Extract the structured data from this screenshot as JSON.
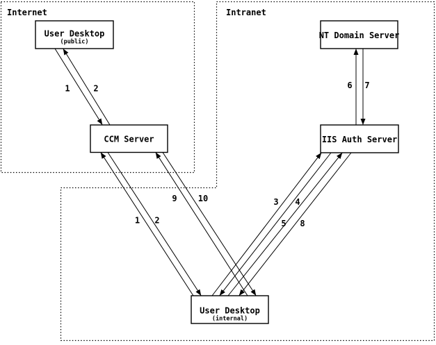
{
  "colors": {
    "ink": "#000000",
    "background": "#ffffff"
  },
  "zones": [
    {
      "label": "Internet"
    },
    {
      "label": "Intranet"
    }
  ],
  "nodes": [
    {
      "label": "User Desktop",
      "sublabel": "(public)",
      "zone": "Internet"
    },
    {
      "label": "CCM Server",
      "zone": "Internet"
    },
    {
      "label": "NT Domain Server",
      "zone": "Intranet"
    },
    {
      "label": "IIS Auth Server",
      "zone": "Intranet"
    },
    {
      "label": "User Desktop",
      "sublabel": "(internal)",
      "zone": "Intranet"
    }
  ],
  "edges": [
    {
      "label": "1",
      "from": "User Desktop (public)",
      "to": "CCM Server"
    },
    {
      "label": "2",
      "from": "CCM Server",
      "to": "User Desktop (public)"
    },
    {
      "label": "1",
      "from": "User Desktop (internal)",
      "to": "CCM Server"
    },
    {
      "label": "2",
      "from": "CCM Server",
      "to": "User Desktop (internal)"
    },
    {
      "label": "9",
      "from": "User Desktop (internal)",
      "to": "CCM Server"
    },
    {
      "label": "10",
      "from": "CCM Server",
      "to": "User Desktop (internal)"
    },
    {
      "label": "3",
      "from": "User Desktop (internal)",
      "to": "IIS Auth Server"
    },
    {
      "label": "4",
      "from": "IIS Auth Server",
      "to": "User Desktop (internal)"
    },
    {
      "label": "5",
      "from": "User Desktop (internal)",
      "to": "IIS Auth Server"
    },
    {
      "label": "8",
      "from": "IIS Auth Server",
      "to": "User Desktop (internal)"
    },
    {
      "label": "6",
      "from": "IIS Auth Server",
      "to": "NT Domain Server"
    },
    {
      "label": "7",
      "from": "NT Domain Server",
      "to": "IIS Auth Server"
    }
  ]
}
